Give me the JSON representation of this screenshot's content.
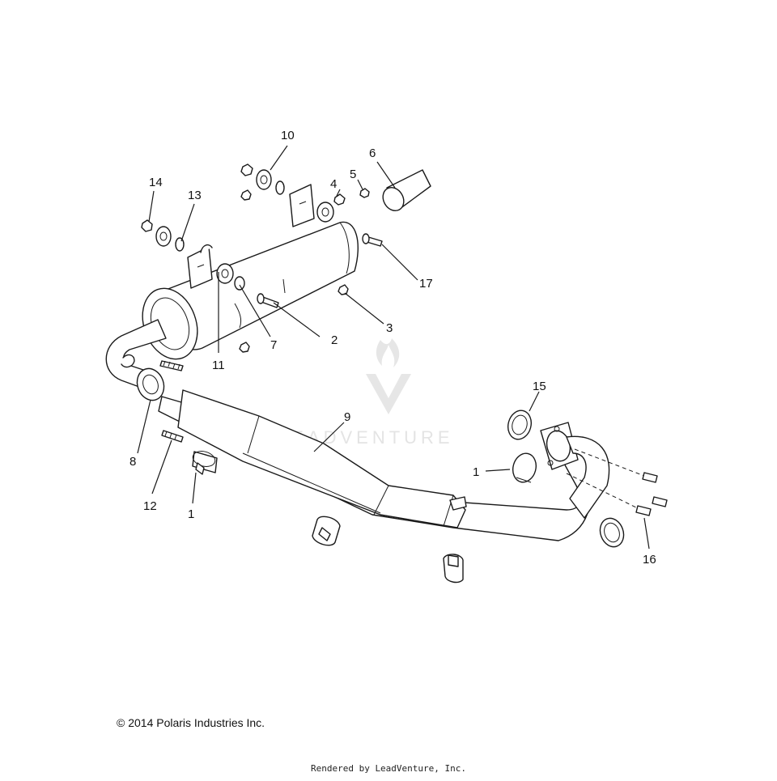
{
  "callouts": [
    {
      "label": "10"
    },
    {
      "label": "6"
    },
    {
      "label": "14"
    },
    {
      "label": "13"
    },
    {
      "label": "4"
    },
    {
      "label": "5"
    },
    {
      "label": "17"
    },
    {
      "label": "3"
    },
    {
      "label": "2"
    },
    {
      "label": "7"
    },
    {
      "label": "11"
    },
    {
      "label": "15"
    },
    {
      "label": "9"
    },
    {
      "label": "1"
    },
    {
      "label": "8"
    },
    {
      "label": "12"
    },
    {
      "label": "1"
    },
    {
      "label": "16"
    }
  ],
  "watermark": {
    "text": "LEADVENTURE",
    "icon": "flame-v-logo-icon"
  },
  "footer": {
    "copyright": "© 2014 Polaris Industries Inc.",
    "rendered_by": "Rendered by LeadVenture, Inc."
  }
}
